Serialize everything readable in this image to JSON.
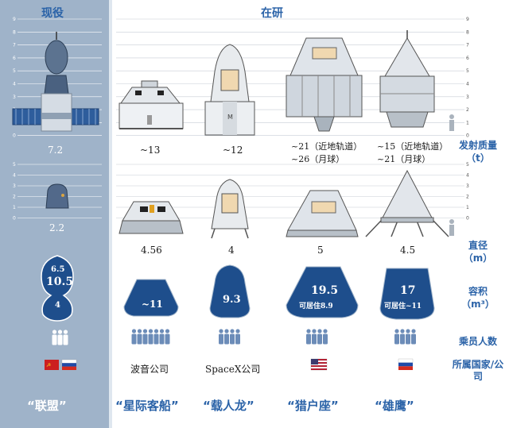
{
  "headers": {
    "current": "现役",
    "developing": "在研"
  },
  "row_labels": {
    "launch_mass": "发射质量",
    "launch_mass_unit": "（t）",
    "diameter": "直径",
    "diameter_unit": "（m）",
    "volume": "容积",
    "volume_unit": "（m³）",
    "crew": "乘员人数",
    "country": "所属国家/公司"
  },
  "axis_ticks": [
    "9",
    "8",
    "7",
    "6",
    "5",
    "4",
    "3",
    "2",
    "1",
    "0"
  ],
  "axis_ticks_small": [
    "5",
    "4",
    "3",
    "2",
    "1",
    "0"
  ],
  "spacecraft": [
    {
      "name": "“联盟”",
      "mass": "7.2",
      "diameter": "2.2",
      "volume_top": "6.5",
      "volume_mid": "10.5",
      "volume_bottom": "4",
      "company": "",
      "flags": [
        "ussr",
        "russia"
      ]
    },
    {
      "name": "“星际客船”",
      "mass": "~13",
      "diameter": "4.56",
      "volume": "~11",
      "company": "波音公司"
    },
    {
      "name": "“载人龙”",
      "mass": "~12",
      "diameter": "4",
      "volume": "9.3",
      "company": "SpaceX公司"
    },
    {
      "name": "“猎户座”",
      "mass_line1": "~21（近地轨道）",
      "mass_line2": "~26（月球）",
      "diameter": "5",
      "volume": "19.5",
      "volume_sub": "可居住8.9",
      "flags": [
        "usa"
      ]
    },
    {
      "name": "“雄鹰”",
      "mass_line1": "~15（近地轨道）",
      "mass_line2": "~21（月球）",
      "diameter": "4.5",
      "volume": "17",
      "volume_sub": "可居住~11",
      "flags": [
        "russia"
      ]
    }
  ]
}
